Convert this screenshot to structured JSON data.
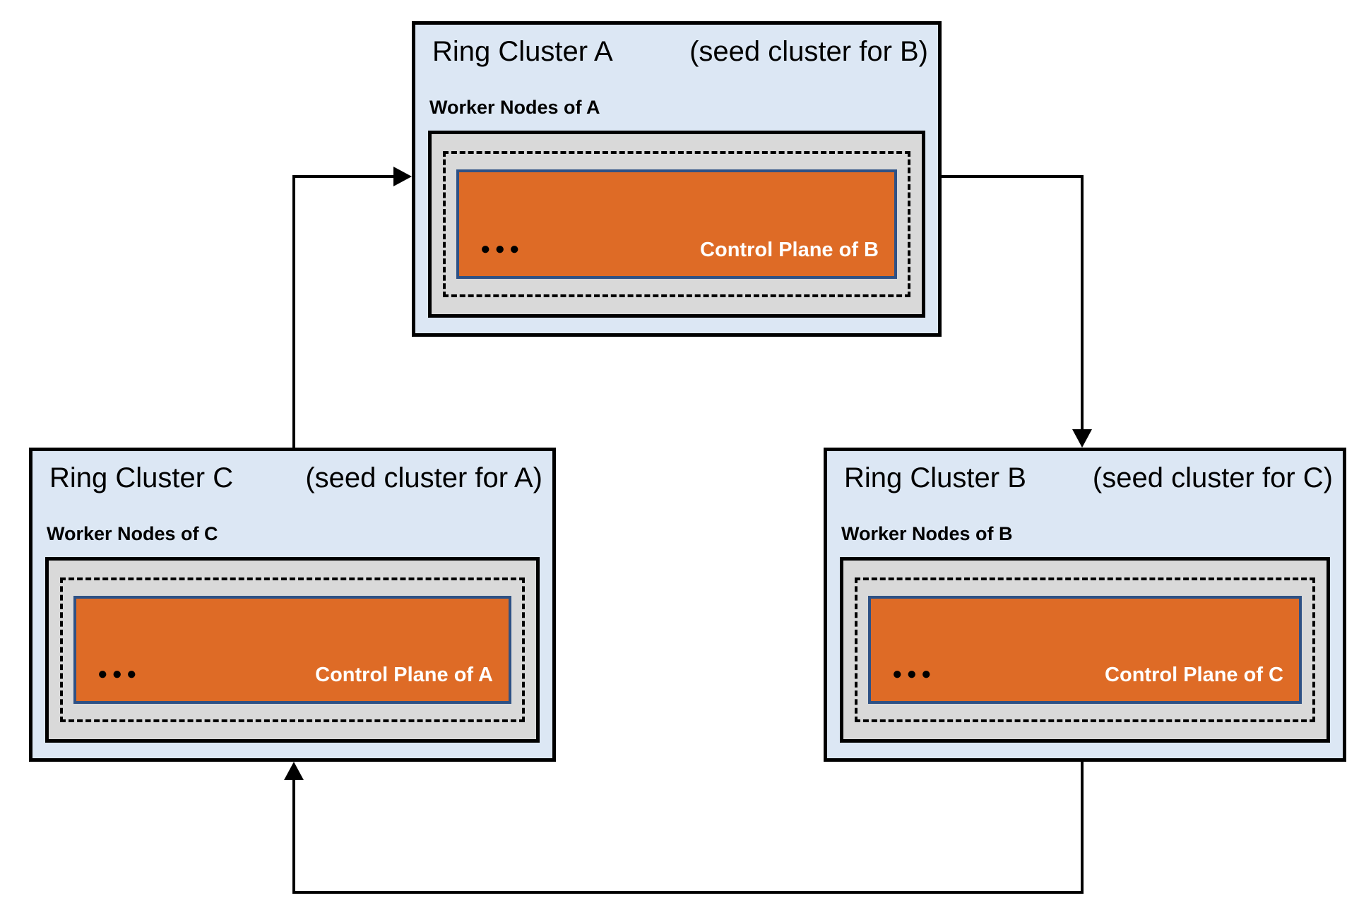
{
  "diagram": {
    "colors": {
      "cluster_fill": "#DCE7F4",
      "cluster_border": "#000000",
      "worker_nodes_fill": "#D9D9D9",
      "control_plane_fill": "#DE6B26",
      "control_plane_border": "#2E5185",
      "control_plane_text": "#FFFFFF",
      "arrow": "#000000",
      "text": "#000000"
    },
    "clusters": [
      {
        "id": "A",
        "name": "Ring Cluster A",
        "seed_note": "(seed cluster for B)",
        "worker_label": "Worker Nodes of A",
        "control_label": "Control Plane of B",
        "dots": "●●●"
      },
      {
        "id": "C",
        "name": "Ring Cluster C",
        "seed_note": "(seed cluster for A)",
        "worker_label": "Worker Nodes of C",
        "control_label": "Control Plane of A",
        "dots": "●●●"
      },
      {
        "id": "B",
        "name": "Ring Cluster B",
        "seed_note": "(seed cluster for C)",
        "worker_label": "Worker Nodes of B",
        "control_label": "Control Plane of C",
        "dots": "●●●"
      }
    ],
    "arrows": [
      {
        "from": "C",
        "to": "A"
      },
      {
        "from": "A",
        "to": "B"
      },
      {
        "from": "B",
        "to": "C"
      }
    ]
  }
}
